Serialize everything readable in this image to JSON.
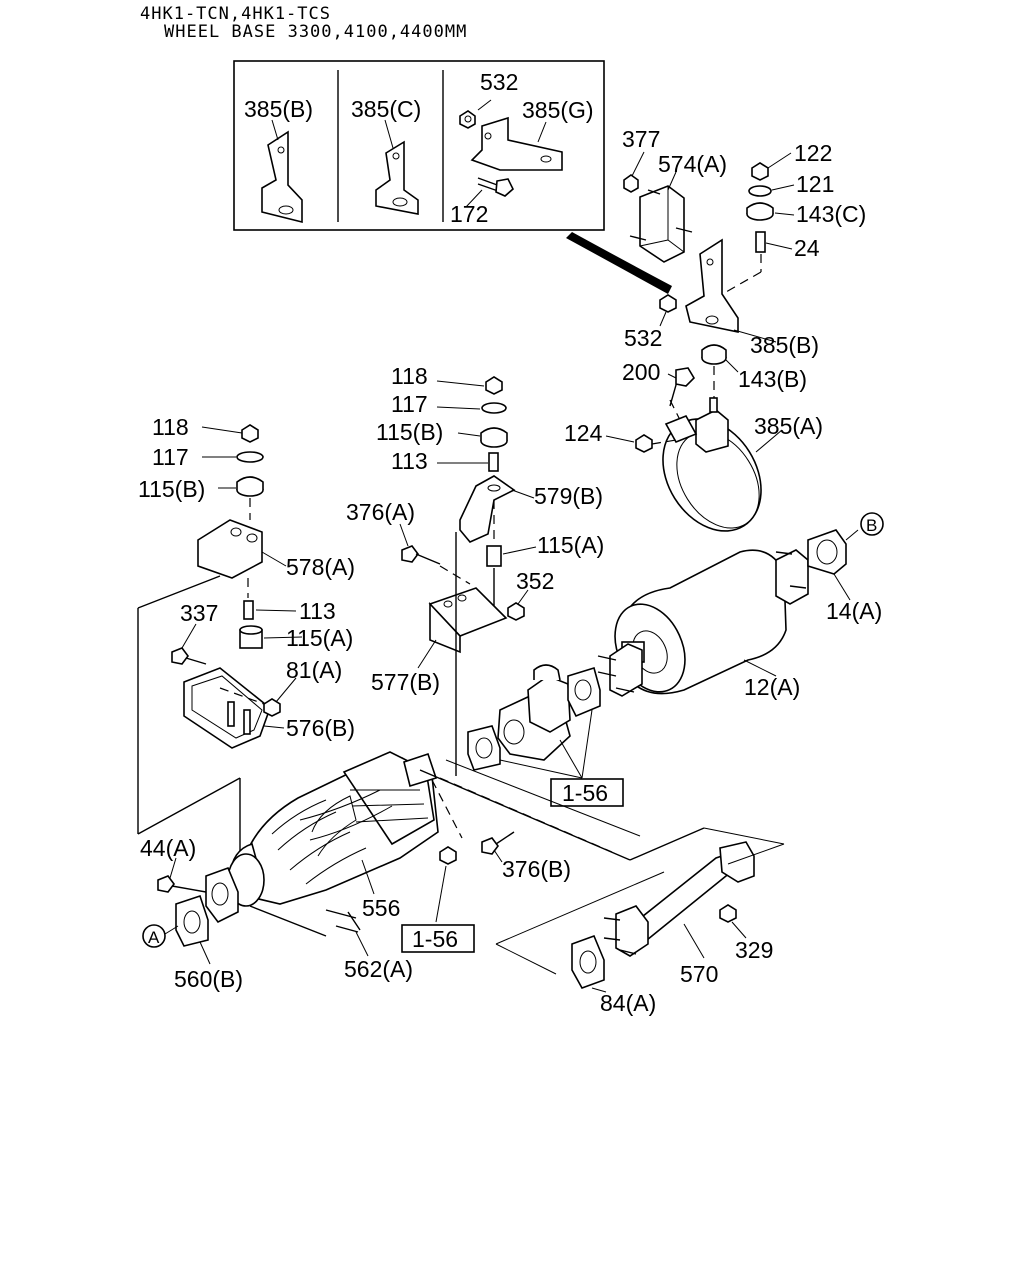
{
  "header": {
    "line1": "4HK1-TCN,4HK1-TCS",
    "line2": "WHEEL BASE 3300,4100,4400MM"
  },
  "inset": {
    "labels": [
      "385(B)",
      "385(C)",
      "532",
      "385(G)",
      "172"
    ]
  },
  "callouts": {
    "p377": "377",
    "p574a": "574(A)",
    "p122": "122",
    "p121": "121",
    "p143c": "143(C)",
    "p24": "24",
    "p532": "532",
    "p385b": "385(B)",
    "p200": "200",
    "p143b": "143(B)",
    "p124": "124",
    "p385a": "385(A)",
    "p118a": "118",
    "p117a": "117",
    "p115ba": "115(B)",
    "p113a": "113",
    "p579b": "579(B)",
    "p376a": "376(A)",
    "p115aa": "115(A)",
    "p352": "352",
    "p118b": "118",
    "p117b": "117",
    "p115bb": "115(B)",
    "p578a": "578(A)",
    "p113b": "113",
    "p337": "337",
    "p115ab": "115(A)",
    "p81a": "81(A)",
    "p576b": "576(B)",
    "p577b": "577(B)",
    "pB": "B",
    "p14a": "14(A)",
    "p12a": "12(A)",
    "ref156a": "1-56",
    "p44a": "44(A)",
    "p376b": "376(B)",
    "p556": "556",
    "pA": "A",
    "p560b": "560(B)",
    "p562a": "562(A)",
    "ref156b": "1-56",
    "p329": "329",
    "p570": "570",
    "p84a": "84(A)"
  }
}
